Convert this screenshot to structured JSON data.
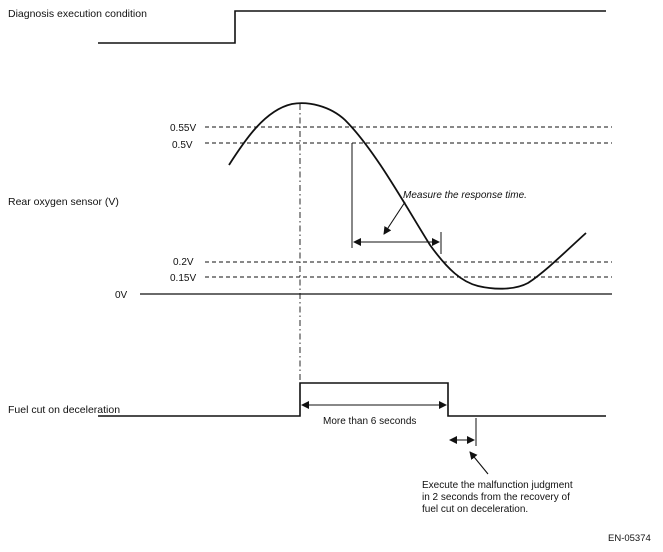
{
  "labels": {
    "diagnosis": "Diagnosis execution condition",
    "rear_sensor": "Rear oxygen sensor (V)",
    "fuel_cut": "Fuel cut on deceleration"
  },
  "levels": {
    "v055": "0.55V",
    "v05": "0.5V",
    "v02": "0.2V",
    "v015": "0.15V",
    "v0": "0V"
  },
  "annotations": {
    "response": "Measure the response time.",
    "more_than": "More than 6 seconds",
    "judgment_line1": "Execute the malfunction judgment",
    "judgment_line2": "in 2 seconds from the recovery of",
    "judgment_line3": "fuel cut on deceleration."
  },
  "figure_id": "EN-05374"
}
